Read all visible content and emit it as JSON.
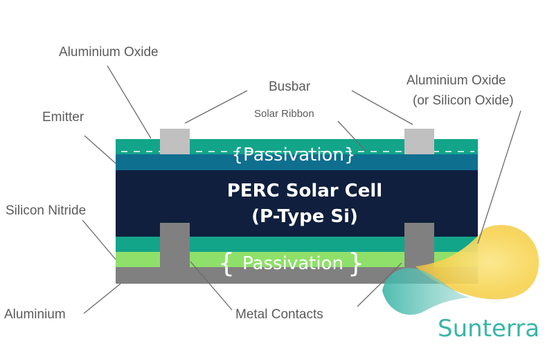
{
  "labels": {
    "aluminium_oxide_top": "Aluminium Oxide",
    "busbar": "Busbar",
    "aluminium_oxide_right_line1": "Aluminium Oxide",
    "aluminium_oxide_right_line2": "(or Silicon Oxide)",
    "emitter": "Emitter",
    "solar_ribbon": "Solar Ribbon",
    "silicon_nitride": "Silicon Nitride",
    "aluminium": "Aluminium",
    "metal_contacts": "Metal Contacts"
  },
  "cell": {
    "title_line1": "PERC Solar Cell",
    "title_line2": "(P-Type Si)",
    "passivation_top": "{Passivation}",
    "passivation_bottom": "Passivation",
    "brace_open": "{",
    "brace_close": "}"
  },
  "logo": {
    "text": "Sunterra"
  },
  "colors": {
    "teal_layer": "#12a58a",
    "blue_layer": "#0f6f8f",
    "bulk": "#0f1f3d",
    "green_layer": "#8fe06a",
    "grey": "#808080",
    "busbar": "#c0c0c0",
    "label_text": "#5b5b5b",
    "logo_teal": "#3ab5a8",
    "logo_yellow": "#f7d84a"
  }
}
